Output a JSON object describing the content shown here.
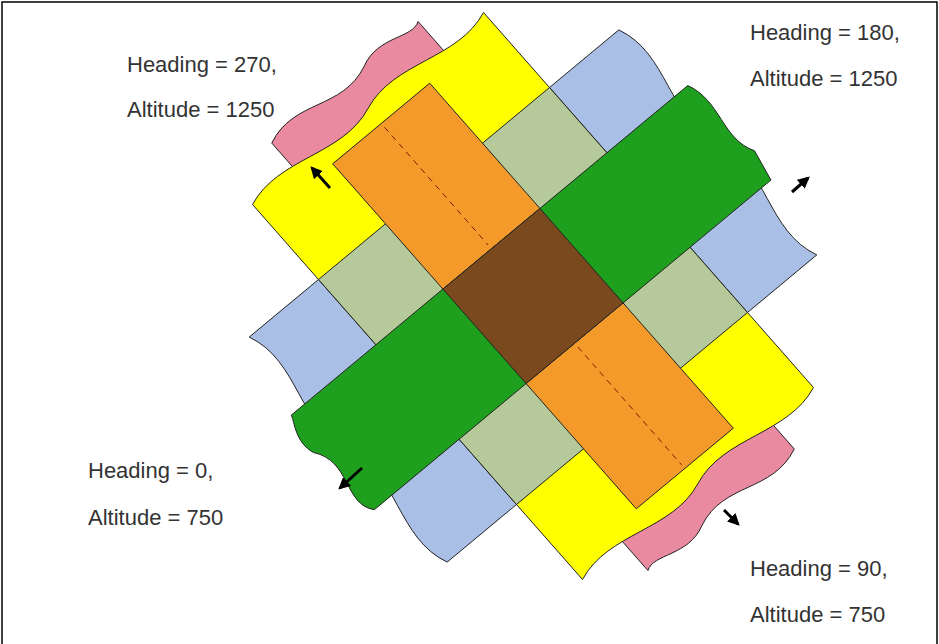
{
  "diagram": {
    "labels": [
      "Heading = 270,",
      "Altitude = 1250",
      "Heading = 180,",
      "Altitude = 1250",
      "Heading = 0,",
      "Altitude = 750",
      "Heading = 90,",
      "Altitude = 750"
    ]
  }
}
